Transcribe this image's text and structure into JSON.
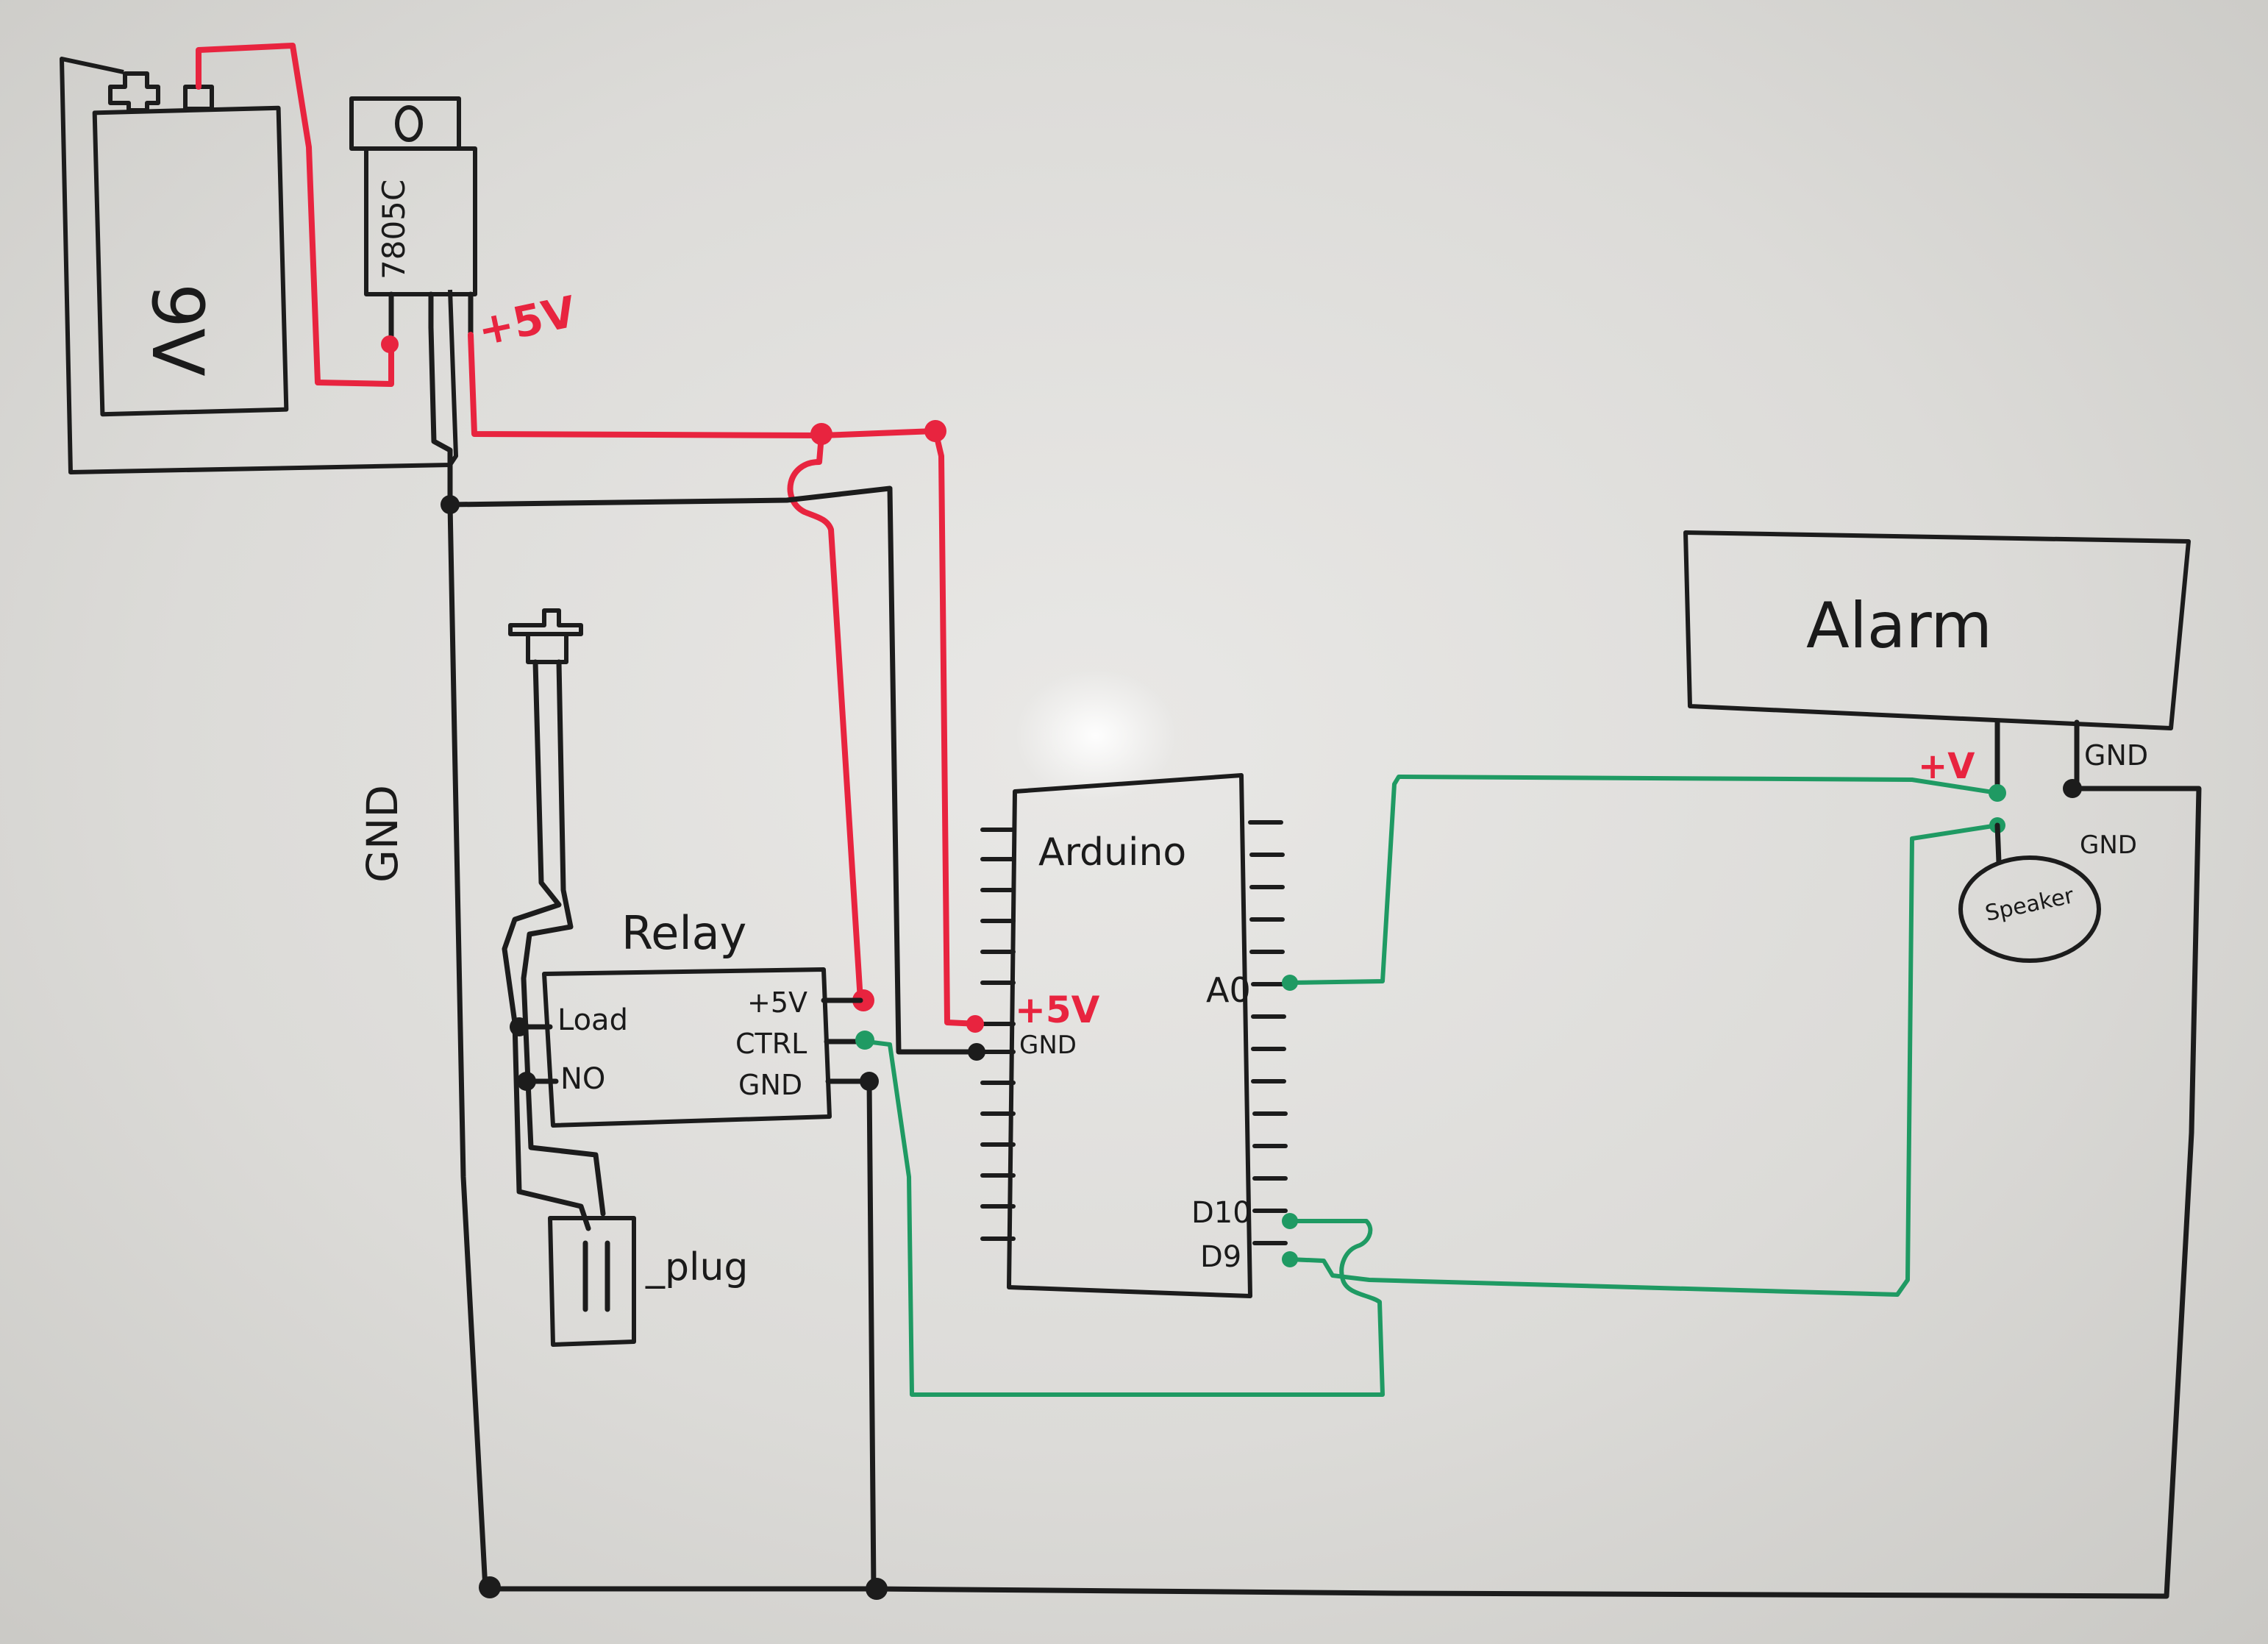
{
  "colors": {
    "ink": "#1c1c1c",
    "red": "#e8243f",
    "green": "#1f9a63"
  },
  "components": {
    "battery": {
      "label": "9V"
    },
    "regulator": {
      "label": "7805C",
      "output_label": "+5V"
    },
    "ground_rail": {
      "label": "GND"
    },
    "relay": {
      "title": "Relay",
      "pins_left": [
        "Load",
        "NO"
      ],
      "pins_right": [
        "+5V",
        "CTRL",
        "GND"
      ]
    },
    "plug": {
      "label": "_plug"
    },
    "arduino": {
      "title": "Arduino",
      "power_pins": [
        "+5V",
        "GND"
      ],
      "signal_pins": [
        "A0",
        "D10",
        "D9"
      ]
    },
    "alarm": {
      "title": "Alarm",
      "pin_labels": [
        "+V",
        "GND"
      ]
    },
    "speaker": {
      "label": "Speaker",
      "gnd_label": "GND"
    }
  }
}
